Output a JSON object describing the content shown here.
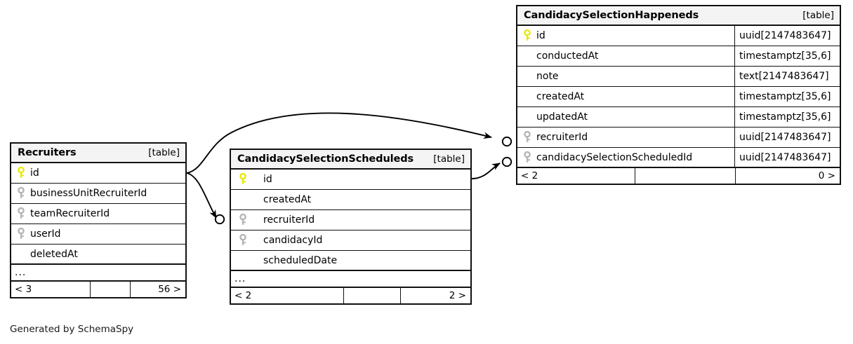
{
  "diagram": {
    "generator_caption": "Generated by SchemaSpy",
    "kind_label": "[table]",
    "more_indicator": "...",
    "key_icons": {
      "primary": "primary-key-icon",
      "foreign": "foreign-key-icon"
    },
    "colors": {
      "primary_key": "#e8e800",
      "foreign_key": "#b3b3b3",
      "border": "#111111",
      "header_background": "#f4f4f4",
      "canvas_background": "#ffffff",
      "edge": "#000000"
    }
  },
  "entities": {
    "recruiters": {
      "name": "Recruiters",
      "kind": "[table]",
      "columns": [
        {
          "name": "id",
          "key": "primary",
          "type": ""
        },
        {
          "name": "businessUnitRecruiterId",
          "key": "foreign",
          "type": ""
        },
        {
          "name": "teamRecruiterId",
          "key": "foreign",
          "type": ""
        },
        {
          "name": "userId",
          "key": "foreign",
          "type": ""
        },
        {
          "name": "deletedAt",
          "key": "none",
          "type": ""
        }
      ],
      "more_indicator": "...",
      "footer": {
        "left": "< 3",
        "middle": "",
        "right": "56 >"
      }
    },
    "candidacy_selection_scheduleds": {
      "name": "CandidacySelectionScheduleds",
      "kind": "[table]",
      "columns": [
        {
          "name": "id",
          "key": "primary",
          "type": ""
        },
        {
          "name": "createdAt",
          "key": "none",
          "type": ""
        },
        {
          "name": "recruiterId",
          "key": "foreign",
          "type": ""
        },
        {
          "name": "candidacyId",
          "key": "foreign",
          "type": ""
        },
        {
          "name": "scheduledDate",
          "key": "none",
          "type": ""
        }
      ],
      "more_indicator": "...",
      "footer": {
        "left": "< 2",
        "middle": "",
        "right": "2 >"
      }
    },
    "candidacy_selection_happeneds": {
      "name": "CandidacySelectionHappeneds",
      "kind": "[table]",
      "columns": [
        {
          "name": "id",
          "key": "primary",
          "type": "uuid[2147483647]"
        },
        {
          "name": "conductedAt",
          "key": "none",
          "type": "timestamptz[35,6]"
        },
        {
          "name": "note",
          "key": "none",
          "type": "text[2147483647]"
        },
        {
          "name": "createdAt",
          "key": "none",
          "type": "timestamptz[35,6]"
        },
        {
          "name": "updatedAt",
          "key": "none",
          "type": "timestamptz[35,6]"
        },
        {
          "name": "recruiterId",
          "key": "foreign",
          "type": "uuid[2147483647]"
        },
        {
          "name": "candidacySelectionScheduledId",
          "key": "foreign",
          "type": "uuid[2147483647]"
        }
      ],
      "more_indicator": "",
      "footer": {
        "left": "< 2",
        "middle": "",
        "right": "0 >"
      }
    }
  },
  "relationships": [
    {
      "from_entity": "Recruiters",
      "from_column": "id",
      "to_entity": "CandidacySelectionScheduleds",
      "to_column": "recruiterId"
    },
    {
      "from_entity": "Recruiters",
      "from_column": "id",
      "to_entity": "CandidacySelectionHappeneds",
      "to_column": "recruiterId"
    },
    {
      "from_entity": "CandidacySelectionScheduleds",
      "from_column": "id",
      "to_entity": "CandidacySelectionHappeneds",
      "to_column": "candidacySelectionScheduledId"
    }
  ]
}
